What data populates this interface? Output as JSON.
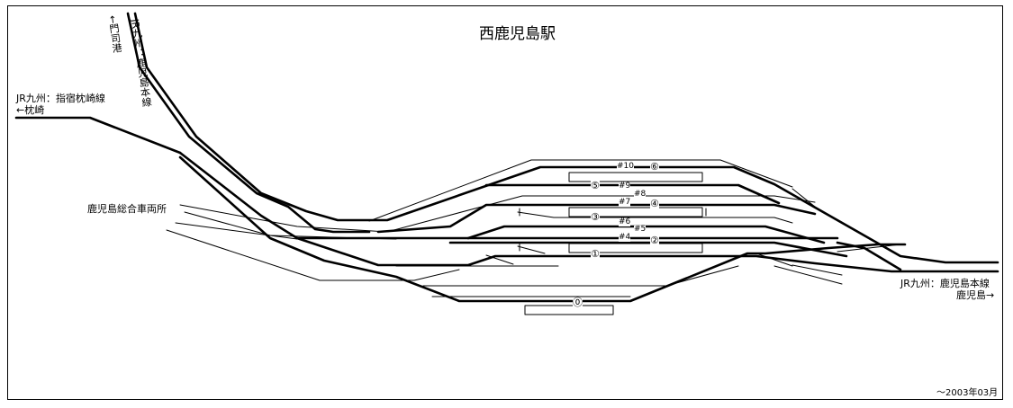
{
  "title": "西鹿児島駅",
  "labels": {
    "ibusuki_line": "JR九州：指宿枕崎線",
    "ibusuki_dir": "←枕崎",
    "kagoshima_main_north": "JR九州：鹿児島本線",
    "kagoshima_main_north_dir": "←門司港",
    "depot": "鹿児島総合車両所",
    "kagoshima_main_south": "JR九州：鹿児島本線",
    "kagoshima_main_south_dir": "鹿児島→",
    "date": "～2003年03月"
  },
  "platforms": {
    "p0": "⓪",
    "p1": "①",
    "p2": "②",
    "p3": "③",
    "p4": "④",
    "p5": "⑤",
    "p6": "⑥"
  },
  "track_numbers": {
    "t4": "#4",
    "t5": "#5",
    "t6": "#6",
    "t7": "#7",
    "t8": "#8",
    "t9": "#9",
    "t10": "#10"
  }
}
